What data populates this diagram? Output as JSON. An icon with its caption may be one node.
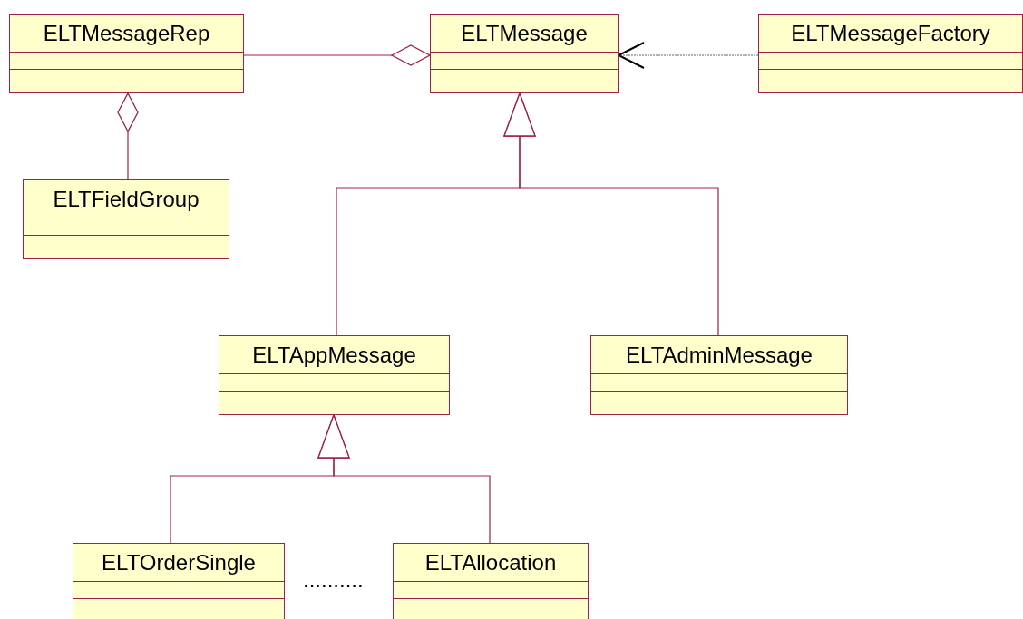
{
  "diagram": {
    "nodes": [
      {
        "text": [
          "ELTMessageRep"
        ]
      },
      {
        "text": [
          "ELTMessage"
        ]
      },
      {
        "text": [
          "ELTMessageFactory"
        ]
      },
      {
        "text": [
          "ELTFieldGroup"
        ]
      },
      {
        "text": [
          "ELTAppMessage"
        ]
      },
      {
        "text": [
          "ELTAdminMessage"
        ]
      },
      {
        "text": [
          "ELTOrderSingle"
        ]
      },
      {
        "text": [
          "ELTAllocation"
        ]
      }
    ],
    "edges": [
      {
        "from": 0,
        "to": 1,
        "arrow": "other"
      },
      {
        "from": 3,
        "to": 0,
        "arrow": "other"
      },
      {
        "from": 2,
        "to": 1,
        "arrow": "to",
        "style": "dashed",
        "color": "#666666"
      },
      {
        "from": 4,
        "to": 1,
        "arrow": "to"
      },
      {
        "from": 5,
        "to": 1,
        "arrow": "to"
      },
      {
        "from": 6,
        "to": 4,
        "arrow": "to"
      },
      {
        "from": 7,
        "to": 4,
        "arrow": "to"
      }
    ],
    "labels": [
      ".........."
    ]
  }
}
